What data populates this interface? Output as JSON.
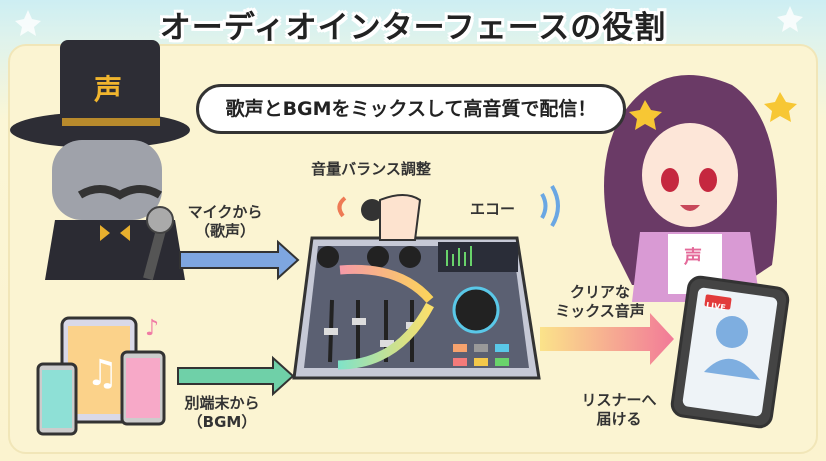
{
  "title": "オーディオインターフェースの役割",
  "speech_bubble": "歌声とBGMをミックスして高音質で配信！",
  "hat_label": "声",
  "labels": {
    "volume_balance": "音量バランス調整",
    "echo": "エコー",
    "from_mic_line1": "マイクから",
    "from_mic_line2": "（歌声）",
    "from_device_line1": "別端末から",
    "from_device_line2": "（BGM）",
    "clear_mix_line1": "クリアな",
    "clear_mix_line2": "ミックス音声",
    "to_listeners_line1": "リスナーへ",
    "to_listeners_line2": "届ける"
  },
  "live_badge": "LIVE",
  "shirt_label": "声",
  "colors": {
    "mic_arrow": "#7ea6e0",
    "bgm_arrow": "#6fd0a8",
    "output_arrow": "#f08aa0",
    "device_body": "#5b6072"
  }
}
